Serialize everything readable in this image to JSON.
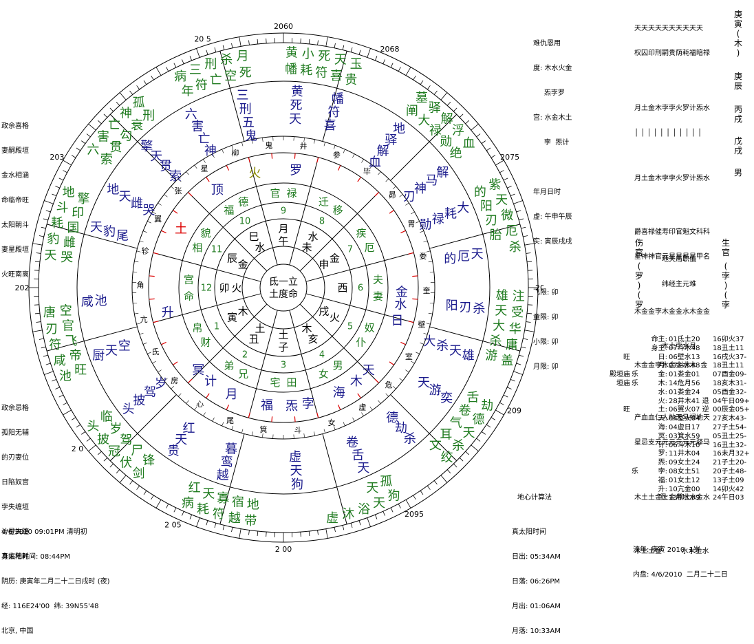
{
  "chart": {
    "deg_labels": [
      {
        "text": "2060",
        "a": 0
      },
      {
        "text": "2068",
        "a": 24
      },
      {
        "text": "2075",
        "a": 60
      },
      {
        "text": "2086",
        "a": 90
      },
      {
        "text": "209",
        "a": 118
      },
      {
        "text": "2095",
        "a": 150
      },
      {
        "text": "2 00",
        "a": 180
      },
      {
        "text": "2 05",
        "a": 205
      },
      {
        "text": "2 0",
        "a": 232
      },
      {
        "text": "202",
        "a": 270
      },
      {
        "text": "203",
        "a": 300
      },
      {
        "text": "20 5",
        "a": 342
      }
    ],
    "outer_houses": [
      {
        "a": 10,
        "big": [
          "黄",
          "小",
          "死",
          "天",
          "玉"
        ],
        "big_cls": "green",
        "row2": [
          "幡",
          "耗",
          "符",
          "喜",
          "贵"
        ]
      },
      {
        "a": 44,
        "big": [
          "墓",
          "驿",
          "解",
          "浮",
          "血"
        ],
        "big_cls": "green",
        "row2": [
          "阐",
          "大",
          "禄",
          "勋",
          "绝"
        ]
      },
      {
        "a": 72,
        "big": [
          "紫",
          "天",
          "微",
          "厄",
          "杀"
        ],
        "big_cls": "green",
        "row2": [
          "的",
          "阳",
          "刃",
          "胎",
          ""
        ]
      },
      {
        "a": 100,
        "big": [
          "注",
          "受",
          "华",
          "庸",
          "盖"
        ],
        "big_cls": "green",
        "row2": [
          "雄",
          "天",
          "大",
          "杀",
          "游"
        ]
      },
      {
        "a": 128,
        "big": [
          "劫",
          "德",
          "天",
          "杀",
          "绞"
        ],
        "big_cls": "green",
        "row2": [
          "舌",
          "卷",
          "气",
          "耳",
          "文"
        ]
      },
      {
        "a": 160,
        "big": [
          "狗",
          "天",
          "浴",
          "沐",
          "虚"
        ],
        "big_cls": "green",
        "row2": [
          "孤",
          "天",
          "",
          "",
          ""
        ]
      },
      {
        "a": 196,
        "big": [
          "带",
          "越",
          "符",
          "耗",
          "病"
        ],
        "big_cls": "green",
        "row2": [
          "地",
          "宿",
          "寡",
          "天",
          "红"
        ]
      },
      {
        "a": 226,
        "big": [
          "剑",
          "伏",
          "冠",
          "披",
          "头"
        ],
        "big_cls": "green",
        "row2": [
          "锋",
          "尸",
          "驾",
          "岁",
          "临"
        ]
      },
      {
        "a": 256,
        "big": [
          "池",
          "咸",
          "符",
          "刃",
          "唐"
        ],
        "big_cls": "green",
        "row2": [
          "旺",
          "帝",
          "飞",
          "官",
          "空"
        ]
      },
      {
        "a": 286,
        "big": [
          "天",
          "豹",
          "耗",
          "斗",
          "地"
        ],
        "big_cls": "green",
        "row2": [
          "哭",
          "雌",
          "国",
          "印",
          "擎"
        ]
      },
      {
        "a": 314,
        "big": [
          "六",
          "害",
          "亡",
          "神",
          "孤"
        ],
        "big_cls": "green",
        "row2": [
          "索",
          "贯",
          "勾",
          "衰",
          "刑"
        ]
      },
      {
        "a": 342,
        "big": [
          "病",
          "三",
          "刑",
          "杀",
          "月"
        ],
        "big_cls": "green",
        "row2": [
          "年",
          "符",
          "亡",
          "空",
          "死"
        ]
      }
    ],
    "mid_houses": [
      {
        "a": 4,
        "chars": [
          "黄",
          "死",
          "天"
        ]
      },
      {
        "a": 16,
        "chars": [
          "幡",
          "符",
          "喜"
        ]
      },
      {
        "a": 36,
        "chars": [
          "地",
          "驿",
          "解",
          "血"
        ]
      },
      {
        "a": 54,
        "chars": [
          "解",
          "马",
          "神",
          "刃"
        ]
      },
      {
        "a": 66,
        "chars": [
          "大",
          "耗",
          "禄",
          "勋"
        ]
      },
      {
        "a": 80,
        "chars": [
          "天",
          "厄",
          "的"
        ]
      },
      {
        "a": 96,
        "chars": [
          "杀",
          "刃",
          "阳"
        ]
      },
      {
        "a": 110,
        "chars": [
          "雄",
          "天",
          "杀",
          "大"
        ]
      },
      {
        "a": 124,
        "chars": [
          "奕",
          "游",
          "天"
        ]
      },
      {
        "a": 140,
        "chars": [
          "杀",
          "劫",
          "德"
        ]
      },
      {
        "a": 156,
        "chars": [
          "天",
          "舌",
          "卷"
        ]
      },
      {
        "a": 176,
        "chars": [
          "狗",
          "天",
          "虚"
        ]
      },
      {
        "a": 198,
        "chars": [
          "越",
          "鸾",
          "暮"
        ]
      },
      {
        "a": 214,
        "chars": [
          "贵",
          "天",
          "红"
        ]
      },
      {
        "a": 232,
        "chars": [
          "头",
          "披",
          "驾",
          "岁"
        ]
      },
      {
        "a": 250,
        "chars": [
          "厨",
          "天",
          "空"
        ]
      },
      {
        "a": 266,
        "chars": [
          "咸",
          "池"
        ]
      },
      {
        "a": 288,
        "chars": [
          "天",
          "豹",
          "尾"
        ]
      },
      {
        "a": 300,
        "chars": [
          "地",
          "天",
          "雌",
          "哭"
        ]
      },
      {
        "a": 316,
        "chars": [
          "擎",
          "天",
          "贯",
          "索"
        ]
      },
      {
        "a": 332,
        "chars": [
          "六",
          "害",
          "亡",
          "神"
        ]
      },
      {
        "a": 348,
        "chars": [
          "三",
          "刑",
          "五",
          "鬼"
        ]
      }
    ],
    "mansions": [
      "井",
      "参",
      "毕",
      "昴",
      "胃",
      "娄",
      "奎",
      "壁",
      "室",
      "危",
      "虚",
      "女",
      "斗",
      "箕",
      "尾",
      "心",
      "房",
      "氐",
      "亢",
      "角",
      "轸",
      "翼",
      "张",
      "星",
      "柳",
      "鬼"
    ],
    "inner_palaces": [
      {
        "a": 0,
        "text": "官禄"
      },
      {
        "a": 30,
        "text": "迁移"
      },
      {
        "a": 60,
        "text": "疾厄"
      },
      {
        "a": 90,
        "text": "夫妻"
      },
      {
        "a": 120,
        "text": "奴仆"
      },
      {
        "a": 150,
        "text": "男女"
      },
      {
        "a": 180,
        "text": "田宅"
      },
      {
        "a": 210,
        "text": "兄弟"
      },
      {
        "a": 240,
        "text": "财帛"
      },
      {
        "a": 270,
        "text": "命宫"
      },
      {
        "a": 300,
        "text": "相貌"
      },
      {
        "a": 330,
        "text": "福德"
      }
    ],
    "stars_ring": [
      {
        "a": 6,
        "text": "罗",
        "cls": "navy"
      },
      {
        "a": 346,
        "text": "火",
        "cls": "olive"
      },
      {
        "a": 326,
        "text": "顶",
        "cls": "navy"
      },
      {
        "a": 92,
        "text": "金",
        "cls": "navy"
      },
      {
        "a": 98,
        "text": "水",
        "cls": "navy"
      },
      {
        "a": 106,
        "text": "日",
        "cls": "navy"
      },
      {
        "a": 134,
        "text": "天",
        "cls": "navy"
      },
      {
        "a": 142,
        "text": "木",
        "cls": "navy"
      },
      {
        "a": 152,
        "text": "海",
        "cls": "navy"
      },
      {
        "a": 168,
        "text": "孛",
        "cls": "navy"
      },
      {
        "a": 176,
        "text": "炁",
        "cls": "navy"
      },
      {
        "a": 188,
        "text": "福",
        "cls": "navy"
      },
      {
        "a": 206,
        "text": "月",
        "cls": "navy"
      },
      {
        "a": 218,
        "text": "计",
        "cls": "navy"
      },
      {
        "a": 226,
        "text": "冥",
        "cls": "navy"
      },
      {
        "a": 258,
        "text": "升",
        "cls": "navy"
      },
      {
        "a": 300,
        "text": "土",
        "cls": "red"
      }
    ],
    "branches": [
      {
        "a": 0,
        "num": "9",
        "top": "月",
        "bot": "午"
      },
      {
        "a": 30,
        "num": "8",
        "top": "水",
        "bot": "未"
      },
      {
        "a": 60,
        "num": "7",
        "top": "金",
        "bot": "申"
      },
      {
        "a": 90,
        "num": "6",
        "top": "西",
        "bot": ""
      },
      {
        "a": 120,
        "num": "5",
        "top": "火",
        "bot": "戌"
      },
      {
        "a": 150,
        "num": "4",
        "top": "亥",
        "bot": "木"
      },
      {
        "a": 180,
        "num": "3",
        "top": "子",
        "bot": "土"
      },
      {
        "a": 210,
        "num": "2",
        "top": "丑",
        "bot": "土"
      },
      {
        "a": 240,
        "num": "1",
        "top": "寅",
        "bot": "木"
      },
      {
        "a": 270,
        "num": "12",
        "top": "卯",
        "bot": "火"
      },
      {
        "a": 300,
        "num": "11",
        "top": "辰",
        "bot": "金"
      },
      {
        "a": 330,
        "num": "10",
        "top": "巳",
        "bot": "水"
      }
    ],
    "center": [
      "氐一立",
      "土度命"
    ]
  },
  "top_right_block": {
    "line1": "难仇恩用",
    "line2": "度: 木水火金",
    "line3": "     炁孛罗",
    "line4": "宫: 水金木土",
    "line5": "     孛  炁计",
    "line6": "年月日时",
    "line7": "虚: 午申午辰",
    "line8": "实: 寅辰戌戌",
    "line9": "飞限: 卯",
    "line10": "童限: 卯",
    "line11": "小限: 卯",
    "line12": "月限: 卯"
  },
  "right_panel": {
    "row1": "天天天天天天天天天天",
    "row2": "权囚印刑嗣贵荫耗福暗禄",
    "col_a": [
      "庚",
      "寅",
      "(",
      "木",
      ")"
    ],
    "row3": "月土金木孛孛火罗计炁水",
    "row4": "月土金木孛孛火罗计炁水",
    "col_b": [
      "庚",
      "辰"
    ],
    "row5": "爵喜禄催寿印官魁文科科",
    "row6": "星神神官元星星星星甲名",
    "col_c": [
      "丙",
      "戌"
    ],
    "row7": "木金金孛木金金水木金金",
    "row8": "木金金孛木金金水木  金",
    "col_d": [
      "戊",
      "戌"
    ],
    "row9": "产血血仁人地天马禄地天",
    "row10": "星忌支元元元元元元驿马",
    "col_e": [
      "男"
    ],
    "row11": "木土土金土金月水水金水",
    "row12": "木土土金         水水金水",
    "hdr_left": [
      "伤",
      "官"
    ],
    "hdr_mid1": "地天局职值",
    "hdr_mid2": "纬经主元难",
    "hdr_right": [
      "生",
      "官"
    ],
    "left_vals": [
      "(",
      "罗",
      ")",
      "(",
      "罗"
    ],
    "mid_vals": "木土孛水月",
    "right_vals": [
      "(",
      "孛",
      ")",
      "(",
      "孛"
    ]
  },
  "planet_table": [
    {
      "flag": "",
      "pre": "",
      "name": "命主:",
      "v1": "01氐土20",
      "v2": "16卯火37"
    },
    {
      "flag": "",
      "pre": "",
      "name": "身主:",
      "v1": "07斗木48",
      "v2": "18丑土11"
    },
    {
      "flag": "旺",
      "pre": "",
      "name": "日:",
      "v1": "06壁水13",
      "v2": "16戌火37-"
    },
    {
      "flag": "",
      "pre": "",
      "name": "月:",
      "v1": "07斗木48",
      "v2": "18丑土11"
    },
    {
      "flag": "殿垣庙",
      "pre": "乐",
      "name": "金:",
      "v1": "01娄金01",
      "v2": "07酉金09-"
    },
    {
      "flag": "垣庙",
      "pre": "乐",
      "name": "木:",
      "v1": "14危月56",
      "v2": "18亥木31-"
    },
    {
      "flag": "",
      "pre": "",
      "name": "水:",
      "v1": "01娄金24",
      "v2": "05酉金32-"
    },
    {
      "flag": "",
      "pre": "",
      "name": "火:",
      "v1": "28井木41 退",
      "v2": "04午日09+"
    },
    {
      "flag": "旺",
      "pre": "",
      "name": "土:",
      "v1": "06翼火07 逆",
      "v2": "00辰金05+"
    },
    {
      "flag": "",
      "pre": "",
      "name": "天:",
      "v1": "04室火04",
      "v2": "27亥木43-"
    },
    {
      "flag": "",
      "pre": "",
      "name": "海:",
      "v1": "04虚日17",
      "v2": "27子土54-"
    },
    {
      "flag": "",
      "pre": "",
      "name": "冥:",
      "v1": "03箕水59",
      "v2": "05丑土25-"
    },
    {
      "flag": "",
      "pre": "",
      "name": "计:",
      "v1": "06斗木10",
      "v2": "16丑土32-"
    },
    {
      "flag": "",
      "pre": "",
      "name": "罗:",
      "v1": "11井木04",
      "v2": "16未月32+"
    },
    {
      "flag": "",
      "pre": "",
      "name": "炁:",
      "v1": "09女土24",
      "v2": "21子土20-"
    },
    {
      "flag": "",
      "pre": "乐",
      "name": "孛:",
      "v1": "08女土51",
      "v2": "20子土48-"
    },
    {
      "flag": "",
      "pre": "",
      "name": "福:",
      "v1": "01女土12",
      "v2": "13子土09"
    },
    {
      "flag": "",
      "pre": "",
      "name": "升:",
      "v1": "10亢金00",
      "v2": "14卯火42"
    },
    {
      "flag": "",
      "pre": "",
      "name": "顶:",
      "v1": "13柳土09",
      "v2": "24午日03"
    }
  ],
  "left_notes_top": [
    "政余喜格",
    "妻嗣殿垣",
    "金水相涵",
    "命临帝旺",
    "太阳朝斗",
    "妻星殿垣",
    "火旺南离"
  ],
  "left_notes_bottom": [
    "政余忌格",
    "孤阳无辅",
    "的刃妻位",
    "日陷奴宫",
    "孛失缠垣",
    "计星失躔",
    "身临地耗"
  ],
  "bottom_left": {
    "l1": "4/6/2010 09:01PM 清明初",
    "l2": "真太阳时间: 08:44PM",
    "l3": "阴历: 庚寅年二月二十二日戌时 (夜)",
    "l4": "经: 116E24'00  纬: 39N55'48",
    "l5": "北京, 中国"
  },
  "bottom_mid": {
    "title": "地心计算法",
    "l1": "真太阳时间",
    "l2": "日出: 05:34AM",
    "l3": "日落: 06:26PM",
    "l4": "月出: 01:06AM",
    "l5": "月落: 10:33AM"
  },
  "bottom_right": {
    "l1": "流年: 庚寅 2010  1岁",
    "l2": "内盘: 4/6/2010  二月二十二日"
  }
}
